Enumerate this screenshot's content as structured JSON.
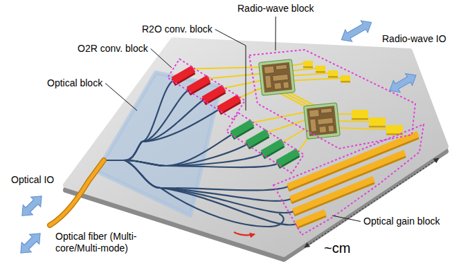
{
  "diagram": {
    "labels": [
      "Radio-wave block",
      "R2O conv. block",
      "O2R conv. block",
      "Radio-wave IO",
      "Optical block",
      "Optical IO",
      "Optical fiber (Multi-core/Multi-mode)",
      "Optical gain block",
      "~cm"
    ]
  }
}
